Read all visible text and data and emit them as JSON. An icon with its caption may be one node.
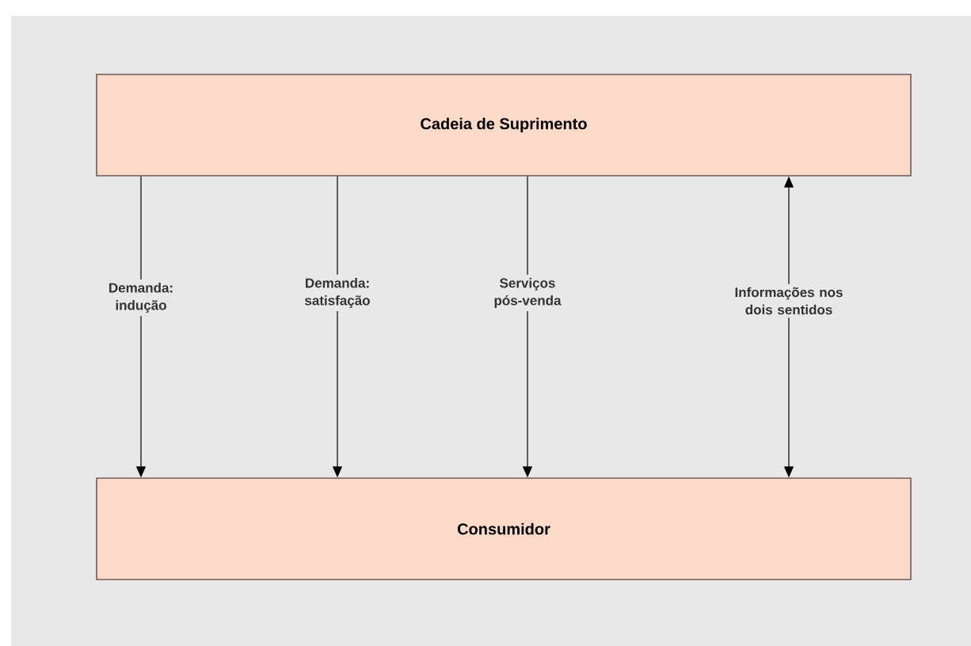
{
  "diagram": {
    "nodes": [
      {
        "text": [
          "Cadeia de Suprimento"
        ]
      },
      {
        "text": [
          "Consumidor"
        ]
      }
    ],
    "edges": [
      {
        "from": 0,
        "to": 1,
        "arrow": "to",
        "label": "Demanda: indução"
      },
      {
        "from": 0,
        "to": 1,
        "arrow": "to",
        "label": "Demanda: satisfação"
      },
      {
        "from": 0,
        "to": 1,
        "arrow": "to",
        "label": "Serviços pós-venda"
      },
      {
        "from": 0,
        "to": 1,
        "arrow": "both",
        "label": "Informações nos dois sentidos"
      }
    ]
  }
}
